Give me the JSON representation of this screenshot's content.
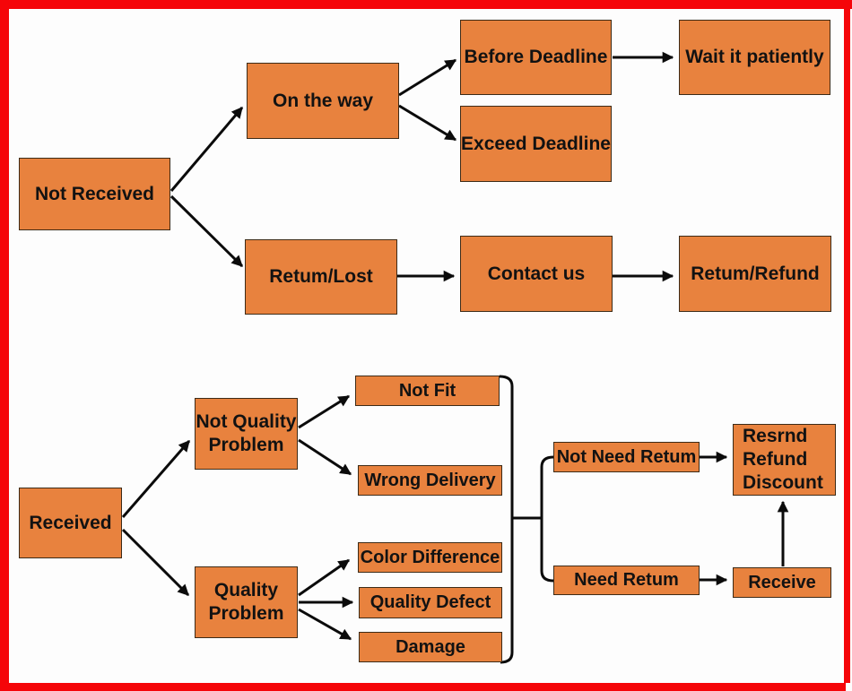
{
  "diagram": {
    "description": "Order resolution flowchart",
    "colors": {
      "node_fill": "#E8823E",
      "node_border": "#3D2B17",
      "node_text": "#121212",
      "line": "#0B0B0B",
      "frame": "#F50509",
      "background": "#FDFDFD"
    }
  },
  "nodes": {
    "not_received": {
      "label": "Not Received"
    },
    "on_the_way": {
      "label": "On the way"
    },
    "before_deadline": {
      "label": "Before Deadline"
    },
    "wait_it_patiently": {
      "label": "Wait it patiently"
    },
    "exceed_deadline": {
      "label": "Exceed Deadline"
    },
    "retum_lost": {
      "label": "Retum/Lost"
    },
    "contact_us": {
      "label": "Contact us"
    },
    "retum_refund": {
      "label": "Retum/Refund"
    },
    "received": {
      "label": "Received"
    },
    "not_quality_problem": {
      "label": "Not Quality\nProblem"
    },
    "quality_problem": {
      "label": "Quality\nProblem"
    },
    "not_fit": {
      "label": "Not Fit"
    },
    "wrong_delivery": {
      "label": "Wrong Delivery"
    },
    "color_difference": {
      "label": "Color Difference"
    },
    "quality_defect": {
      "label": "Quality Defect"
    },
    "damage": {
      "label": "Damage"
    },
    "not_need_retum": {
      "label": "Not Need Retum"
    },
    "need_retum": {
      "label": "Need Retum"
    },
    "resrnd_refund_discount": {
      "label": "Resrnd\nRefund\nDiscount"
    },
    "receive": {
      "label": "Receive"
    }
  },
  "edges": [
    {
      "from": "Not Received",
      "to": "On the way"
    },
    {
      "from": "Not Received",
      "to": "Retum/Lost"
    },
    {
      "from": "On the way",
      "to": "Before Deadline"
    },
    {
      "from": "On the way",
      "to": "Exceed Deadline"
    },
    {
      "from": "Before Deadline",
      "to": "Wait it patiently"
    },
    {
      "from": "Retum/Lost",
      "to": "Contact us"
    },
    {
      "from": "Contact us",
      "to": "Retum/Refund"
    },
    {
      "from": "Received",
      "to": "Not Quality Problem"
    },
    {
      "from": "Received",
      "to": "Quality Problem"
    },
    {
      "from": "Not Quality Problem",
      "to": "Not Fit"
    },
    {
      "from": "Not Quality Problem",
      "to": "Wrong Delivery"
    },
    {
      "from": "Quality Problem",
      "to": "Color Difference"
    },
    {
      "from": "Quality Problem",
      "to": "Quality Defect"
    },
    {
      "from": "Quality Problem",
      "to": "Damage"
    },
    {
      "from": "bracket: Not Fit / Wrong Delivery / Color Difference / Quality Defect / Damage",
      "to": "Not Need Retum"
    },
    {
      "from": "bracket: Not Fit / Wrong Delivery / Color Difference / Quality Defect / Damage",
      "to": "Need Retum"
    },
    {
      "from": "Not Need Retum",
      "to": "Resrnd Refund Discount"
    },
    {
      "from": "Need Retum",
      "to": "Receive"
    },
    {
      "from": "Receive",
      "to": "Resrnd Refund Discount"
    }
  ]
}
